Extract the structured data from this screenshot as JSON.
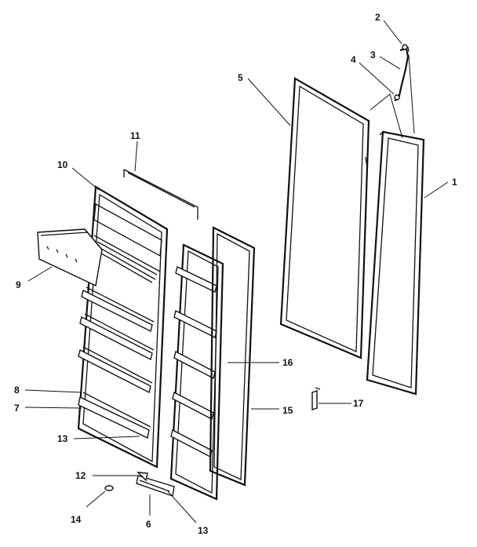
{
  "diagram": {
    "parts": [
      {
        "id": "1",
        "label": "1"
      },
      {
        "id": "2",
        "label": "2"
      },
      {
        "id": "3",
        "label": "3"
      },
      {
        "id": "4",
        "label": "4"
      },
      {
        "id": "5",
        "label": "5"
      },
      {
        "id": "6",
        "label": "6"
      },
      {
        "id": "7",
        "label": "7"
      },
      {
        "id": "8",
        "label": "8"
      },
      {
        "id": "9",
        "label": "9"
      },
      {
        "id": "10",
        "label": "10"
      },
      {
        "id": "11",
        "label": "11"
      },
      {
        "id": "12",
        "label": "12"
      },
      {
        "id": "13a",
        "label": "13"
      },
      {
        "id": "13b",
        "label": "13"
      },
      {
        "id": "14",
        "label": "14"
      },
      {
        "id": "15",
        "label": "15"
      },
      {
        "id": "16",
        "label": "16"
      },
      {
        "id": "17",
        "label": "17"
      }
    ]
  }
}
